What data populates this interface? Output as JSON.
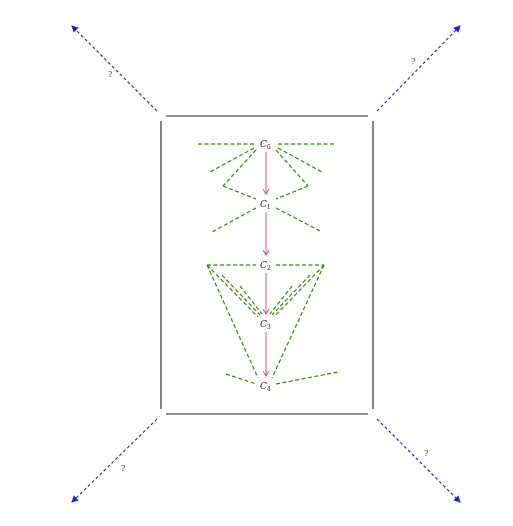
{
  "nodes": [
    {
      "id": "C0",
      "base": "C",
      "sub": "0"
    },
    {
      "id": "C1",
      "base": "C",
      "sub": "1"
    },
    {
      "id": "C2",
      "base": "C",
      "sub": "2"
    },
    {
      "id": "C3",
      "base": "C",
      "sub": "3"
    },
    {
      "id": "C4",
      "base": "C",
      "sub": "4"
    }
  ],
  "chain_edges": [
    {
      "from": "C0",
      "to": "C1"
    },
    {
      "from": "C1",
      "to": "C2"
    },
    {
      "from": "C2",
      "to": "C3"
    },
    {
      "from": "C3",
      "to": "C4"
    }
  ],
  "corner_arrows": [
    {
      "corner": "top-left",
      "label": "?"
    },
    {
      "corner": "top-right",
      "label": "?"
    },
    {
      "corner": "bottom-left",
      "label": "?"
    },
    {
      "corner": "bottom-right",
      "label": "?"
    }
  ],
  "colors": {
    "chain_arrow": "#e0407a",
    "dashed_edges": "#2e8b00",
    "corner_arrows": "#1a1aff",
    "frame": "#222222"
  }
}
